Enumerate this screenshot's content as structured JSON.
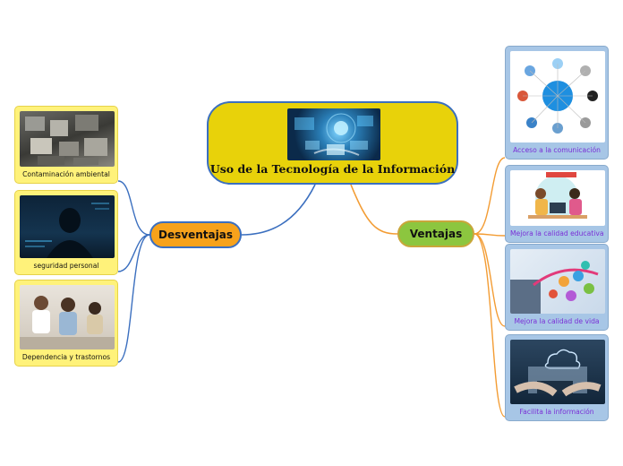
{
  "central": {
    "title": "Uso de la Tecnología de la Información",
    "image_icon": "technology-icon"
  },
  "branches": {
    "desventajas": {
      "label": "Desventajas",
      "items": [
        {
          "label": "Contaminación ambiental",
          "image_icon": "electronic-waste-icon"
        },
        {
          "label": "seguridad personal",
          "image_icon": "hacker-icon"
        },
        {
          "label": "Dependencia y trastornos",
          "image_icon": "family-devices-icon"
        }
      ]
    },
    "ventajas": {
      "label": "Ventajas",
      "items": [
        {
          "label": "Acceso a la comunicación",
          "image_icon": "unified-communications-icon"
        },
        {
          "label": "Mejora la calidad educativa",
          "image_icon": "education-icon"
        },
        {
          "label": "Mejora la calidad de vida",
          "image_icon": "connected-life-icon"
        },
        {
          "label": "Facilita la información",
          "image_icon": "laptop-cloud-icon"
        }
      ]
    }
  },
  "colors": {
    "central_fill": "#e8d20a",
    "central_border": "#3b6fbf",
    "desventajas_fill": "#f7a21b",
    "ventajas_fill": "#8cc63f",
    "left_card_fill": "#fff27a",
    "right_card_fill": "#a7c6e6",
    "left_connector": "#3b6fbf",
    "right_connector": "#f39c33",
    "right_label_text": "#7a2fd6"
  }
}
